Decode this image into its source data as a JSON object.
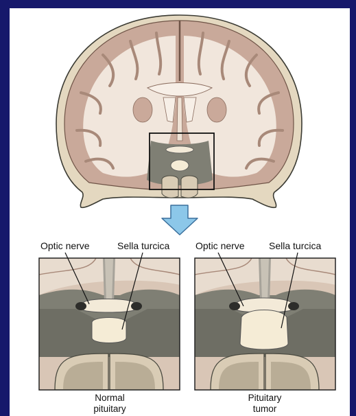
{
  "colors": {
    "background_frame": "#16186b",
    "skull": "#e4d8c0",
    "brain_gray": "#c9a99a",
    "brain_white": "#f1e6dc",
    "dark_tissue": "#7f7f74",
    "pituitary": "#f5ecd6",
    "arrow": "#8cc7e9"
  },
  "labels": {
    "left_optic": "Optic nerve",
    "left_sella": "Sella turcica",
    "right_optic": "Optic nerve",
    "right_sella": "Sella turcica"
  },
  "captions": {
    "left_line1": "Normal",
    "left_line2": "pituitary",
    "right_line1": "Pituitary",
    "right_line2": "tumor"
  }
}
